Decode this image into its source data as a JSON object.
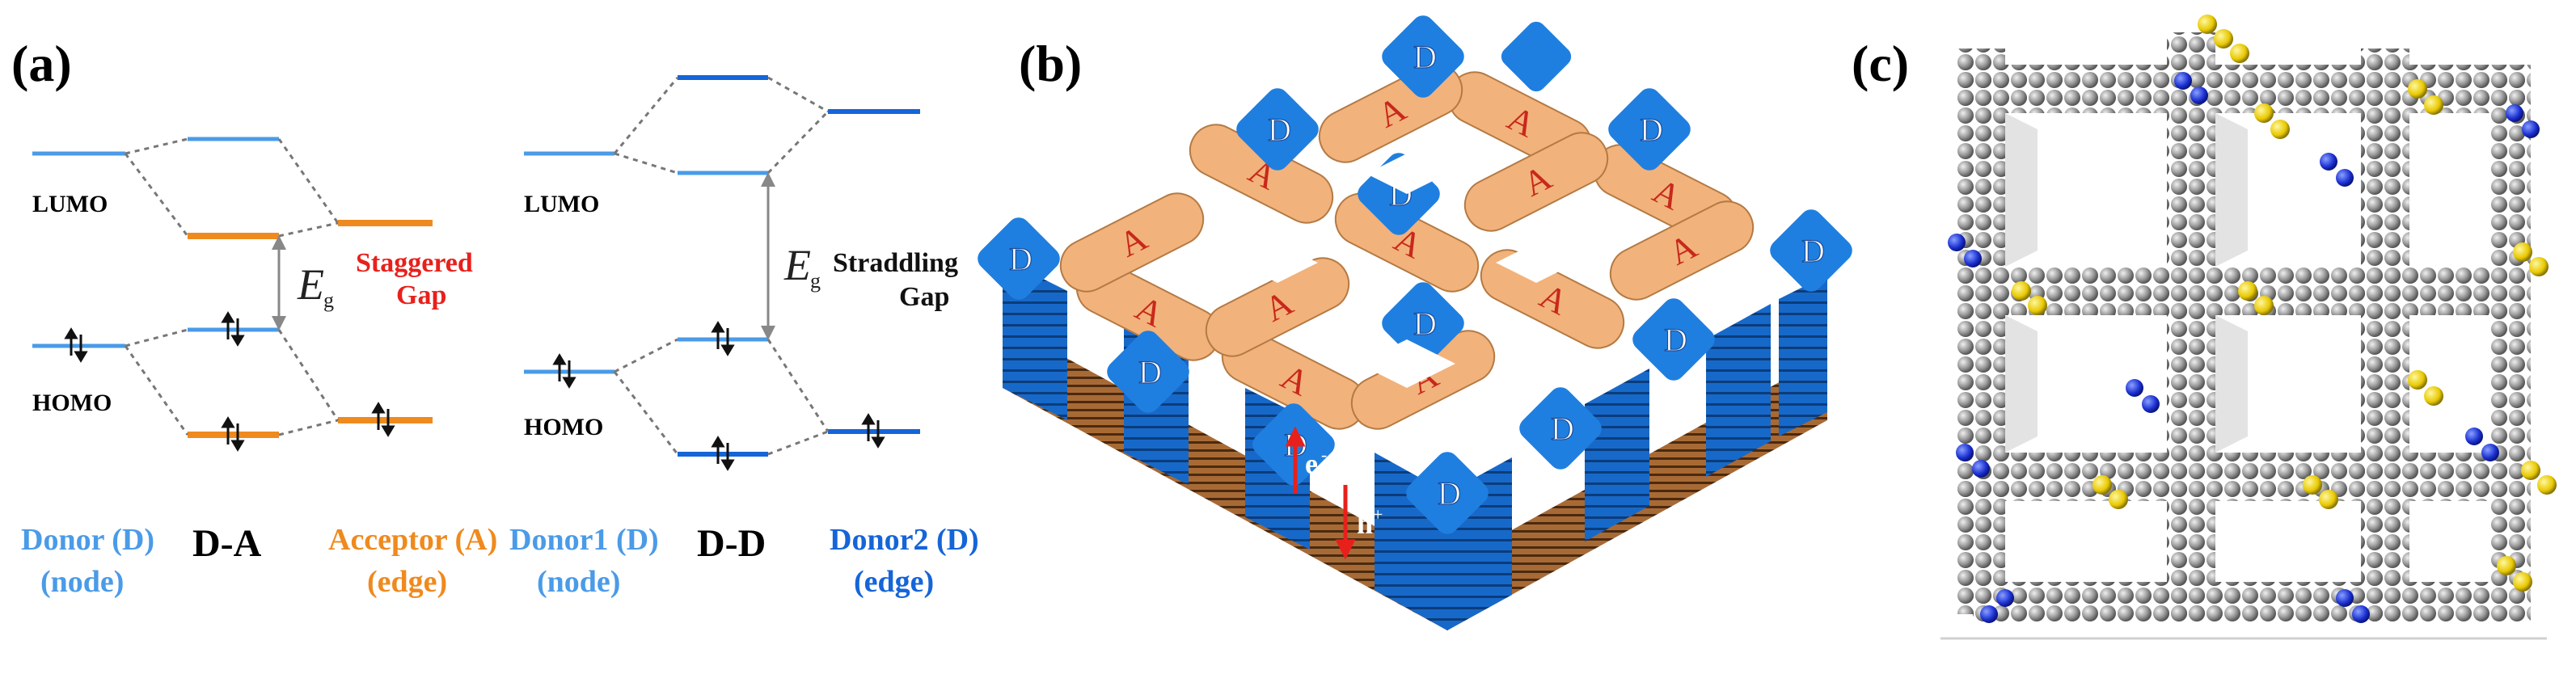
{
  "panels": {
    "a": "(a)",
    "b": "(b)",
    "c": "(c)"
  },
  "diagram_a": {
    "lumo": "LUMO",
    "homo": "HOMO",
    "eg_symbol": "E",
    "eg_subscript": "g",
    "left": {
      "gap_line1": "Staggered",
      "gap_line2": "Gap",
      "donor_label": "Donor (D)",
      "donor_sub": "(node)",
      "mid_label": "D-A",
      "acceptor_label": "Acceptor (A)",
      "acceptor_sub": "(edge)"
    },
    "right": {
      "gap_line1": "Straddling",
      "gap_line2": "Gap",
      "donor1_label": "Donor1 (D)",
      "donor1_sub": "(node)",
      "mid_label": "D-D",
      "donor2_label": "Donor2 (D)",
      "donor2_sub": "(edge)"
    }
  },
  "diagram_b": {
    "tile_acceptor": "A",
    "tile_donor": "D",
    "electron": "e",
    "hole": "h",
    "charge_sup": "-",
    "hole_sup": "+"
  },
  "colors": {
    "donor_blue": "#4a9be8",
    "donor2_blue": "#1565d8",
    "acceptor_orange": "#ef8a1e",
    "gap_red": "#e8201c",
    "tile_orange": "#f2b27b",
    "node_blue": "#1f7fe0"
  }
}
